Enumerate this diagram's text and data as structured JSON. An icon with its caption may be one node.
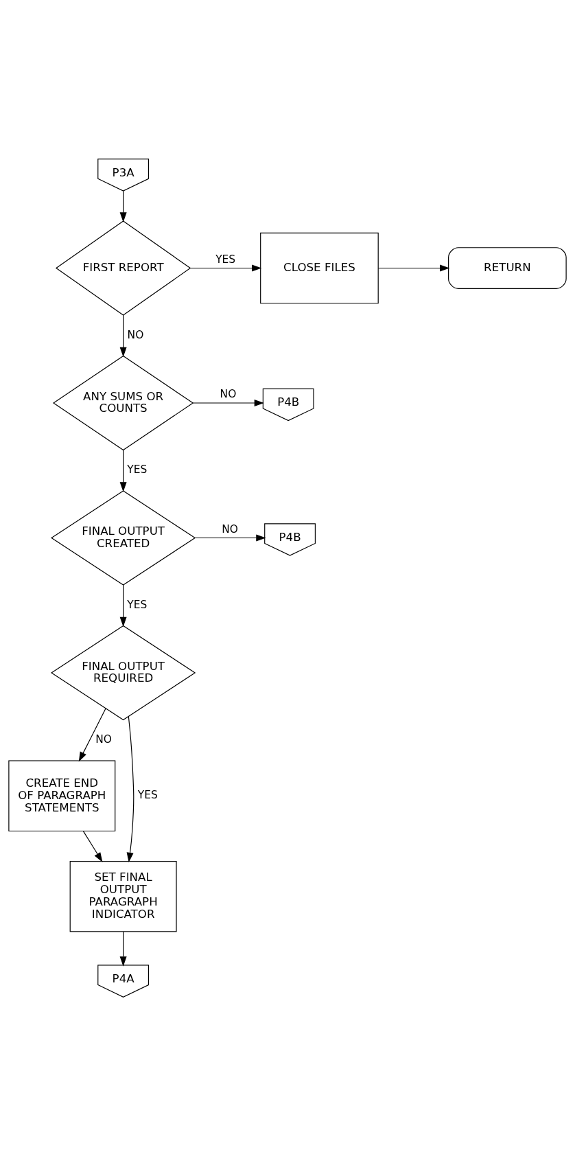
{
  "diagram": {
    "nodes": [
      {
        "text": [
          "P3A"
        ]
      },
      {
        "text": [
          "FIRST REPORT"
        ]
      },
      {
        "text": [
          "CLOSE FILES"
        ]
      },
      {
        "text": [
          "RETURN"
        ]
      },
      {
        "text": [
          "ANY SUMS OR COUNTS"
        ]
      },
      {
        "text": [
          "P4B"
        ]
      },
      {
        "text": [
          "FINAL OUTPUT CREATED"
        ]
      },
      {
        "text": [
          "P4B"
        ]
      },
      {
        "text": [
          "FINAL OUTPUT REQUIRED"
        ]
      },
      {
        "text": [
          "CREATE END OF PARAGRAPH STATEMENTS"
        ]
      },
      {
        "text": [
          "SET FINAL OUTPUT PARAGRAPH INDICATOR"
        ]
      },
      {
        "text": [
          "P4A"
        ]
      }
    ],
    "edges": [
      {
        "from": 0,
        "to": 1,
        "arrow": "to"
      },
      {
        "from": 1,
        "to": 2,
        "arrow": "to",
        "label": "YES"
      },
      {
        "from": 2,
        "to": 3,
        "arrow": "to"
      },
      {
        "from": 1,
        "to": 4,
        "arrow": "to",
        "label": "NO"
      },
      {
        "from": 4,
        "to": 5,
        "arrow": "to",
        "label": "NO"
      },
      {
        "from": 4,
        "to": 6,
        "arrow": "to",
        "label": "YES"
      },
      {
        "from": 6,
        "to": 7,
        "arrow": "to",
        "label": "NO"
      },
      {
        "from": 6,
        "to": 8,
        "arrow": "to",
        "label": "YES"
      },
      {
        "from": 8,
        "to": 10,
        "arrow": "to",
        "label": "YES"
      },
      {
        "from": 8,
        "to": 9,
        "arrow": "to",
        "label": "NO"
      },
      {
        "from": 9,
        "to": 10,
        "arrow": "to"
      },
      {
        "from": 10,
        "to": 11,
        "arrow": "to"
      }
    ]
  }
}
